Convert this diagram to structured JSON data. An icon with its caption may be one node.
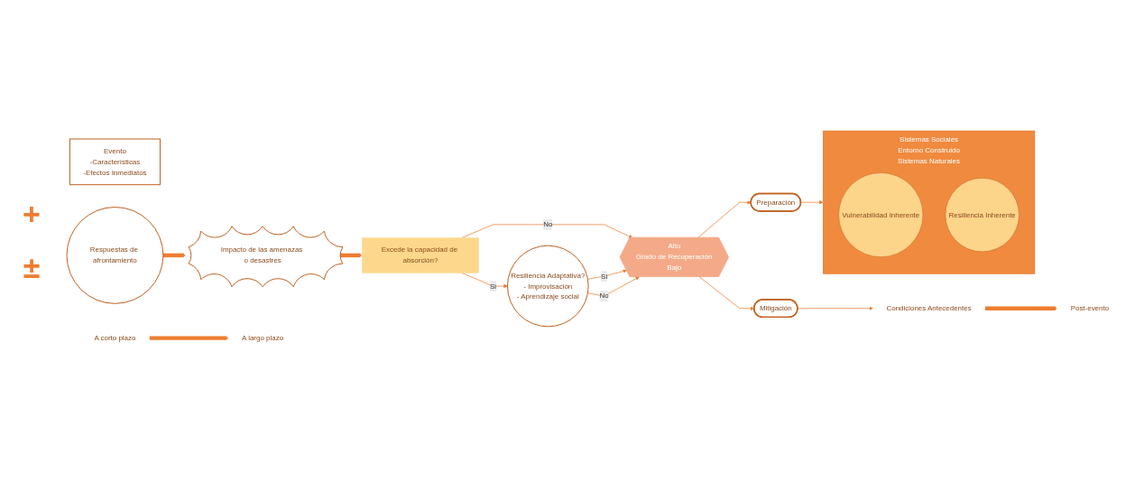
{
  "diagram": {
    "nodes": [
      {
        "text": [
          "Condiciones Antecedentes"
        ]
      },
      {
        "text": [
          "Post-evento"
        ]
      },
      {
        "text": [
          "Sistemas Sociales",
          "Entorno Construido",
          "Sistemas Naturales"
        ]
      },
      {
        "text": [
          "Vulnerabilidad Inherente"
        ],
        "in": 2
      },
      {
        "text": [
          "Resiliencia Inherente"
        ],
        "in": 2
      },
      {
        "text": [
          "Evento",
          "-Características",
          "-Efectos Inmediatos"
        ]
      },
      {
        "text": [
          "Respuestas de afrontamiento"
        ]
      },
      {
        "text": [
          "Impacto de las amenazas o desastres"
        ]
      },
      {
        "text": [
          "Excede la capacidad de absorción?"
        ]
      },
      {
        "text": [
          "Resiliencia Adaptativa?",
          "- Improvisación",
          "- Aprendizaje social"
        ]
      },
      {
        "text": [
          "Alto",
          "Grado de Recuperación",
          "Bajo"
        ]
      },
      {
        "text": [
          "Mitigación"
        ]
      },
      {
        "text": [
          "A corto plazo"
        ]
      },
      {
        "text": [
          "A largo plazo"
        ]
      },
      {
        "text": [
          "Preparación"
        ]
      }
    ],
    "edges": [
      {
        "from": 11,
        "to": 0,
        "arrow": "to"
      },
      {
        "from": 0,
        "to": 1,
        "arrow": "to",
        "style": "thick"
      },
      {
        "from": 6,
        "to": 7,
        "arrow": "to",
        "style": "thick"
      },
      {
        "from": 7,
        "to": 8,
        "arrow": "to",
        "style": "thick"
      },
      {
        "from": 8,
        "to": 10,
        "arrow": "to",
        "label": "No"
      },
      {
        "from": 8,
        "to": 9,
        "arrow": "to",
        "label": "Si"
      },
      {
        "from": 9,
        "to": 10,
        "arrow": "to",
        "label": "Si"
      },
      {
        "from": 9,
        "to": 10,
        "arrow": "to",
        "label": "No"
      },
      {
        "from": 10,
        "to": 11,
        "arrow": "to"
      },
      {
        "from": 10,
        "to": 14,
        "arrow": "to"
      },
      {
        "from": 14,
        "to": 2,
        "arrow": "to"
      },
      {
        "from": 12,
        "to": 13,
        "arrow": "to",
        "style": "thick"
      }
    ],
    "labels": [
      "+",
      "±"
    ]
  }
}
